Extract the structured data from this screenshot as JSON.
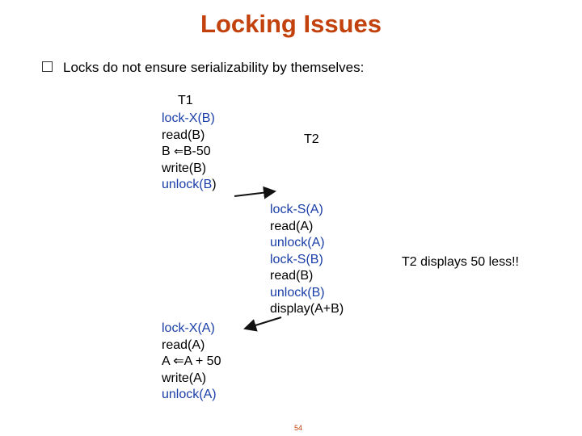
{
  "title": "Locking Issues",
  "bullet": "Locks do not ensure serializability by themselves:",
  "t1_header": "T1",
  "t2_header": "T2",
  "t1_block1": [
    {
      "pre": "",
      "mid": "lock-X(B)",
      "post": ""
    },
    {
      "pre": "read(B)",
      "mid": "",
      "post": ""
    },
    {
      "pre": "B ",
      "arrow": "⇐",
      "mid": "",
      "post": "B-50"
    },
    {
      "pre": "write(B)",
      "mid": "",
      "post": ""
    },
    {
      "pre": "",
      "mid": "unlock(B",
      "post": ")"
    }
  ],
  "t2_block": [
    {
      "text": "lock-S(A)",
      "blue": true
    },
    {
      "text": "read(A)",
      "blue": false
    },
    {
      "text": "unlock(A)",
      "blue": true
    },
    {
      "text": "lock-S(B)",
      "blue": true
    },
    {
      "text": "read(B)",
      "blue": false
    },
    {
      "text": "unlock(B)",
      "blue": true
    },
    {
      "text": "display(A+B)",
      "blue": false
    }
  ],
  "t1_block2": [
    {
      "text": "lock-X(A)",
      "blue": true
    },
    {
      "text": "read(A)",
      "blue": false
    },
    {
      "text": "A ⇐A + 50",
      "blue": false
    },
    {
      "text": "write(A)",
      "blue": false
    },
    {
      "text": "unlock(A)",
      "blue": true
    }
  ],
  "note": "T2 displays 50 less!!",
  "page_number": "54",
  "colors": {
    "title": "#c2410c",
    "lock": "#1a3ea8"
  }
}
